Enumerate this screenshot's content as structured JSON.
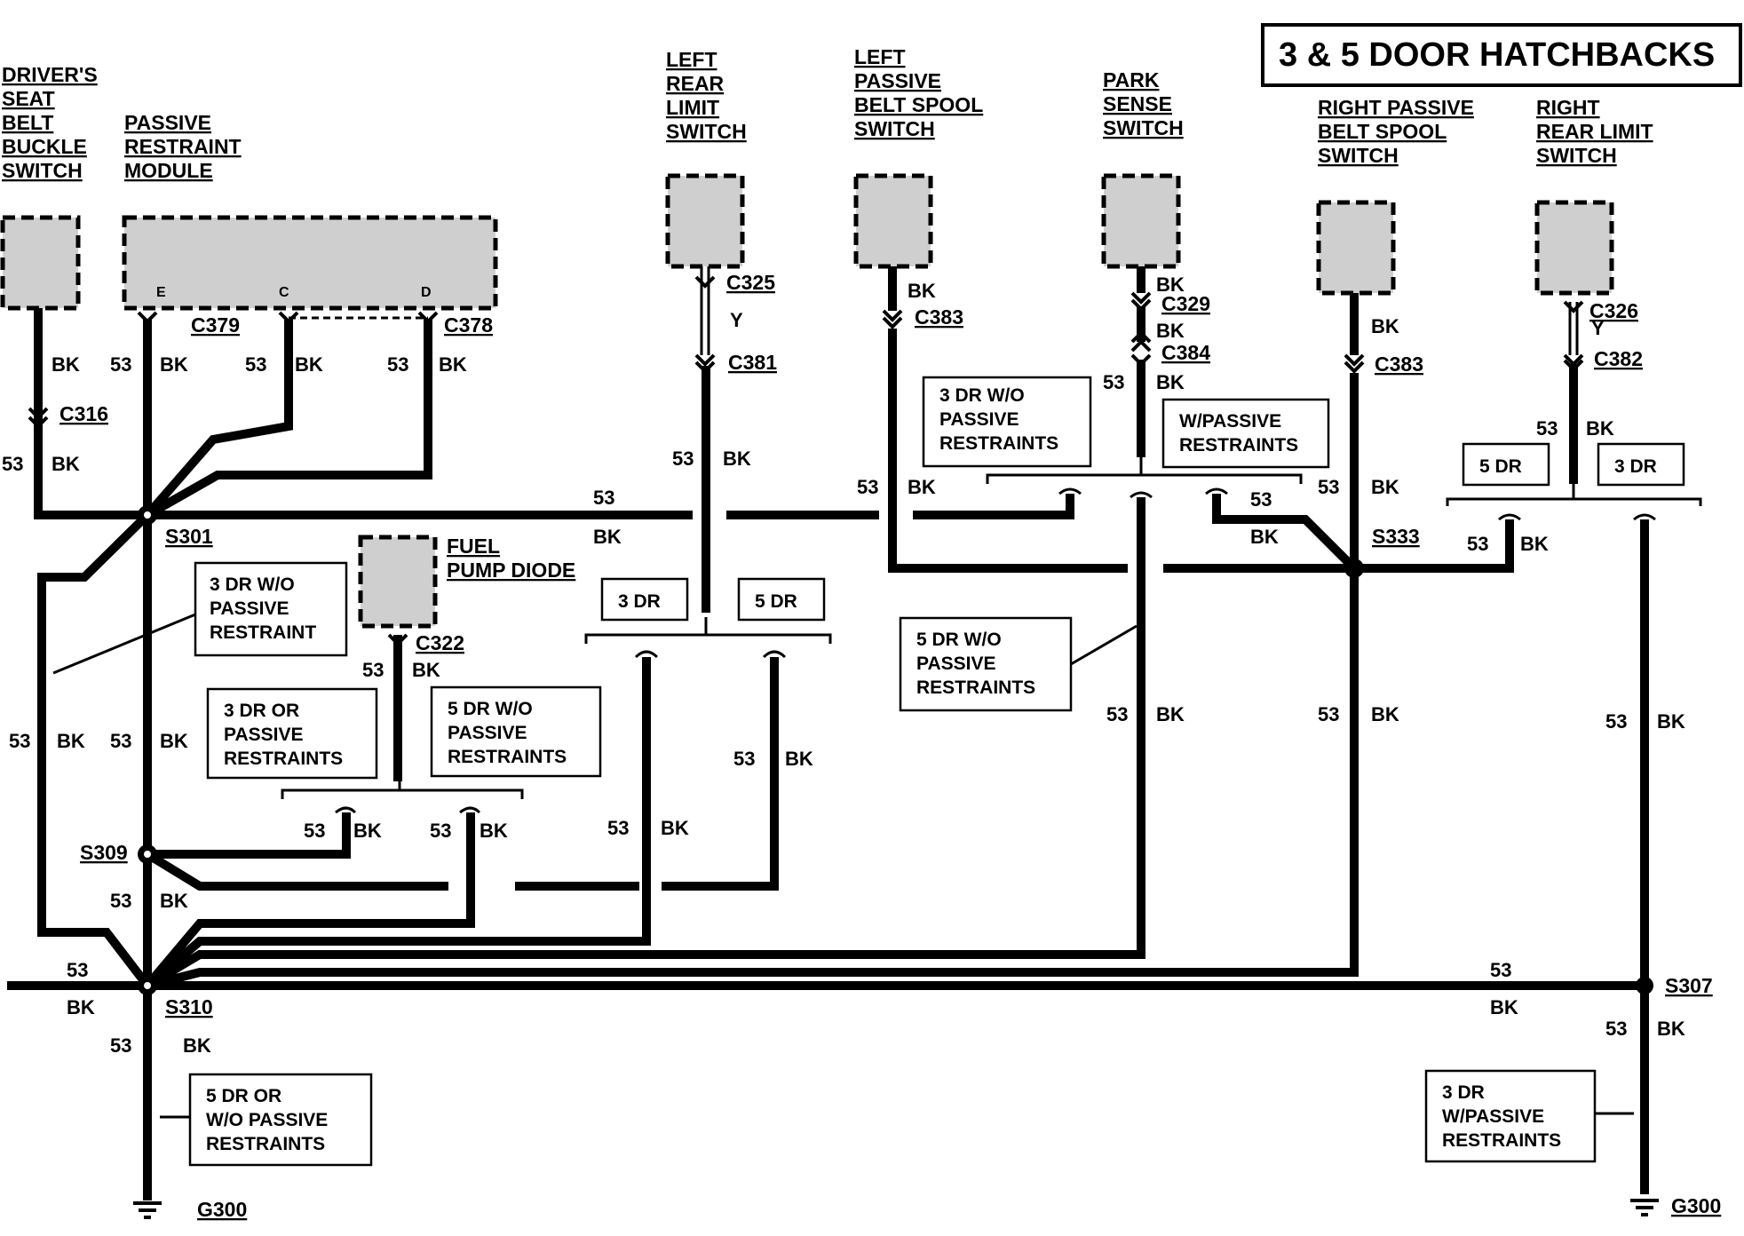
{
  "title": "3 & 5 DOOR HATCHBACKS",
  "components": {
    "drivers_seat_belt_buckle_switch": [
      "DRIVER'S",
      "SEAT",
      "BELT",
      "BUCKLE",
      "SWITCH"
    ],
    "passive_restraint_module": [
      "PASSIVE",
      "RESTRAINT",
      "MODULE"
    ],
    "left_rear_limit_switch": [
      "LEFT",
      "REAR",
      "LIMIT",
      "SWITCH"
    ],
    "left_passive_belt_spool_switch": [
      "LEFT",
      "PASSIVE",
      "BELT SPOOL",
      "SWITCH"
    ],
    "park_sense_switch": [
      "PARK",
      "SENSE",
      "SWITCH"
    ],
    "right_passive_belt_spool_switch": [
      "RIGHT PASSIVE",
      "BELT SPOOL",
      "SWITCH"
    ],
    "right_rear_limit_switch": [
      "RIGHT",
      "REAR LIMIT",
      "SWITCH"
    ],
    "fuel_pump_diode": [
      "FUEL",
      "PUMP DIODE"
    ]
  },
  "pins": {
    "e": "E",
    "c": "C",
    "d": "D"
  },
  "connectors": {
    "c379": "C379",
    "c378": "C378",
    "c316": "C316",
    "c325": "C325",
    "c381": "C381",
    "c383a": "C383",
    "c329": "C329",
    "c384": "C384",
    "c383b": "C383",
    "c326": "C326",
    "c382": "C382",
    "c322": "C322"
  },
  "splices": {
    "s301": "S301",
    "s309": "S309",
    "s310": "S310",
    "s333": "S333",
    "s307": "S307"
  },
  "grounds": {
    "g300_left": "G300",
    "g300_right": "G300"
  },
  "wire": {
    "circuit": "53",
    "color": "BK",
    "yellow": "Y"
  },
  "options": {
    "o3dr_wo_passive_restraint": [
      "3 DR W/O",
      "PASSIVE",
      "RESTRAINT"
    ],
    "o3dr_or_passive_restraints": [
      "3 DR OR",
      "PASSIVE",
      "RESTRAINTS"
    ],
    "o5dr_wo_passive_restraints_a": [
      "5 DR W/O",
      "PASSIVE",
      "RESTRAINTS"
    ],
    "o3dr_wo_passive_restraints": [
      "3 DR W/O",
      "PASSIVE",
      "RESTRAINTS"
    ],
    "ow_passive_restraints": [
      "W/PASSIVE",
      "RESTRAINTS"
    ],
    "o5dr_wo_passive_restraints_b": [
      "5 DR W/O",
      "PASSIVE",
      "RESTRAINTS"
    ],
    "o5dr_or_wo_passive_restraints": [
      "5 DR OR",
      "W/O PASSIVE",
      "RESTRAINTS"
    ],
    "o3dr_w_passive_restraints": [
      "3 DR",
      "W/PASSIVE",
      "RESTRAINTS"
    ],
    "three_dr": "3 DR",
    "five_dr": "5 DR"
  }
}
